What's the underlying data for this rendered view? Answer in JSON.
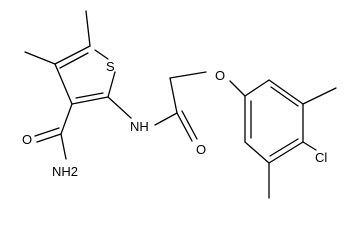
{
  "structure": {
    "atoms": {
      "sulfur": "S",
      "carbonyl_oxygen_amide": "O",
      "amide_nitrogen": "NH2",
      "nh_linker": "NH",
      "carbonyl_oxygen_acetyl": "O",
      "ether_oxygen": "O",
      "chlorine": "Cl"
    }
  },
  "colors": {
    "bond": "#000000",
    "text": "#000000",
    "background": "#ffffff"
  }
}
